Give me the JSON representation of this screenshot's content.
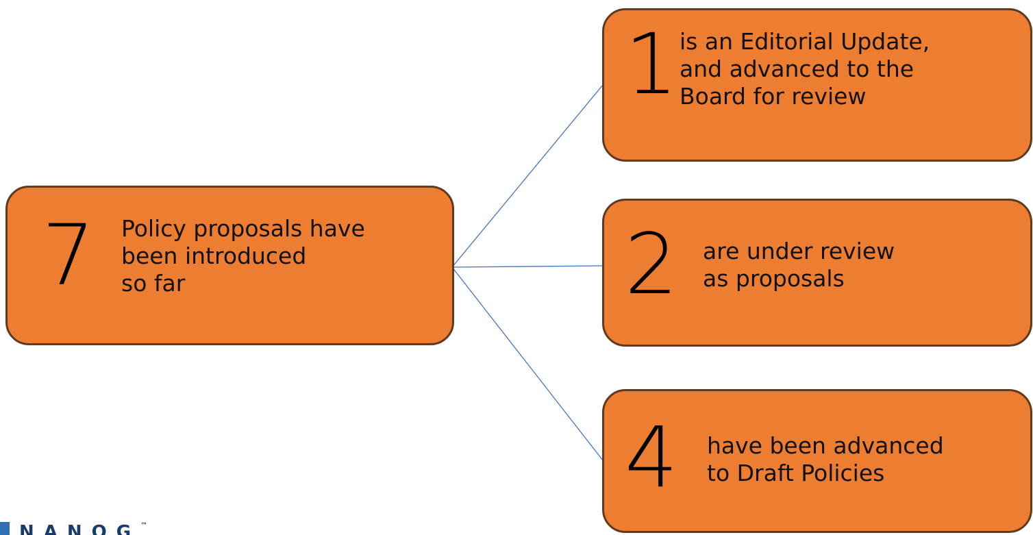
{
  "diagram": {
    "root": {
      "number": "7",
      "lines": [
        "Policy proposals have",
        "been introduced",
        "so far"
      ]
    },
    "branches": [
      {
        "number": "1",
        "lines": [
          "is an Editorial Update,",
          "and advanced to the",
          "Board for review"
        ]
      },
      {
        "number": "2",
        "lines": [
          "are under review",
          "as proposals"
        ]
      },
      {
        "number": "4",
        "lines": [
          "have been advanced",
          "to Draft Policies"
        ]
      }
    ],
    "colors": {
      "box_fill": "#ED7D31",
      "box_border": "#5E3A1F",
      "connector": "#4472C4"
    }
  },
  "logo": {
    "text": "NANOG",
    "trademark": "™"
  }
}
